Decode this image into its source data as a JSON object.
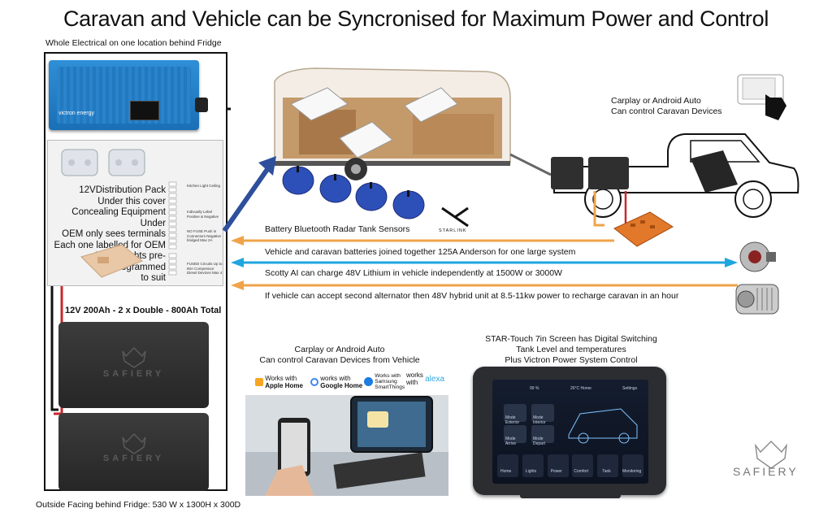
{
  "title": "Caravan and Vehicle can be Syncronised for Maximum Power and Control",
  "cabinet": {
    "top_label": "Whole Electrical on one location behind Fridge",
    "bottom_label": "Outside Facing behind Fridge: 530 W x 1300H x 300D",
    "dist_text": [
      "12VDistribution Pack",
      "Under this cover",
      "Concealing Equipment Under",
      "OEM only sees terminals",
      "Each one labelled for OEM",
      "STAR-Lights pre-programmed",
      "to suit"
    ],
    "terminal_notes": [
      "Kitchen Light Ceiling",
      "Indivually Lebel Positive & Negative",
      "NO FUSE Push in Connectors Negative bridged Max 2A",
      "FUSED Circuits Up to 60A Compressor Diesel Devices Max 4"
    ],
    "battery_label": "12V 200Ah - 2 x Double - 800Ah Total",
    "battery_brand": "SAFIERY",
    "inverter_brand": "victron energy"
  },
  "labels": {
    "carplay_top": [
      "Carplay or Android Auto",
      "Can control Caravan Devices"
    ],
    "tank_sensors": "Battery Bluetooth Radar Tank Sensors",
    "starlink": "STARLINK",
    "line1": "Vehicle and caravan batteries joined together 125A Anderson for one large system",
    "line2": "Scotty AI can charge 48V Lithium in vehicle independently at 1500W or 3000W",
    "line3": "If vehicle can accept second alternator then 48V hybrid unit at 8.5-11kw power to recharge caravan in an hour",
    "carplay_bottom": [
      "Carplay or Android Auto",
      "Can control Caravan Devices from Vehicle"
    ],
    "star_touch": [
      "STAR-Touch 7in Screen has Digital Switching",
      "Tank Level and temperatures",
      "Plus Victron Power System Control"
    ]
  },
  "apps": {
    "apple": [
      "Works with",
      "Apple Home"
    ],
    "google": [
      "works with",
      "Google Home"
    ],
    "samsung": [
      "Works with",
      "Samsung",
      "SmartThings"
    ],
    "alexa": [
      "works",
      "with",
      "alexa"
    ]
  },
  "screen": {
    "battery": "99 %",
    "temp": "26°C Home",
    "settings": "Settings",
    "tiles": [
      "Mode Exterior",
      "Mode Interior",
      "Mode Arrive",
      "Mode Depart"
    ],
    "bottom": [
      "Home",
      "Lights",
      "Power",
      "Comfort",
      "Tank",
      "Monitoring"
    ]
  },
  "brand_logo": "SAFIERY",
  "colors": {
    "orange": "#f0a34a",
    "blue": "#1fa6e0",
    "navy_arrow": "#2e4f9c",
    "red_cable": "#c8282d"
  }
}
